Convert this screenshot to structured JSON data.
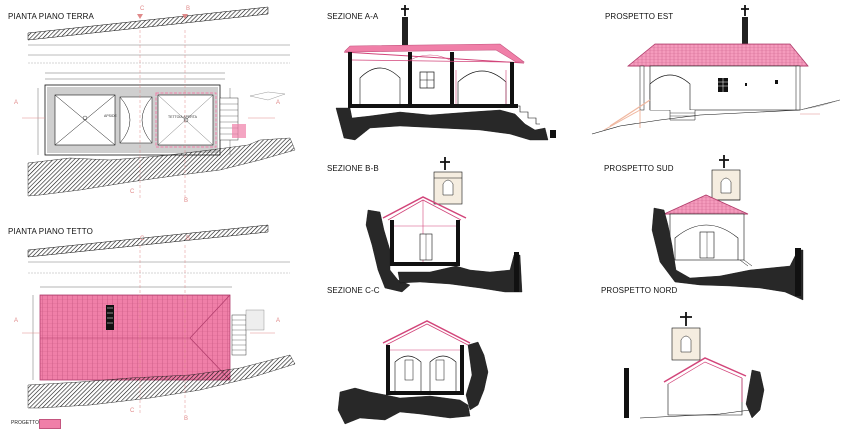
{
  "labels": {
    "plan_ground": "PIANTA PIANO TERRA",
    "plan_roof": "PIANTA PIANO TETTO",
    "sec_aa": "SEZIONE A-A",
    "sec_bb": "SEZIONE B-B",
    "sec_cc": "SEZIONE C-C",
    "elev_east": "PROSPETTO EST",
    "elev_south": "PROSPETTO SUD",
    "elev_north": "PROSPETTO NORD"
  },
  "room_labels": {
    "apside": "APSIDE",
    "tettoia": "TETTOIA APERTA"
  },
  "section_markers": {
    "a": "A",
    "b": "B",
    "c": "C"
  },
  "legend": {
    "label": "PROGETTO",
    "color": "#f07fa8"
  },
  "colors": {
    "project": "#f07fa8",
    "project_stroke": "#d2457a",
    "ink": "#111111",
    "ground": "#1a1a1a",
    "cutline": "#e08a8a"
  }
}
